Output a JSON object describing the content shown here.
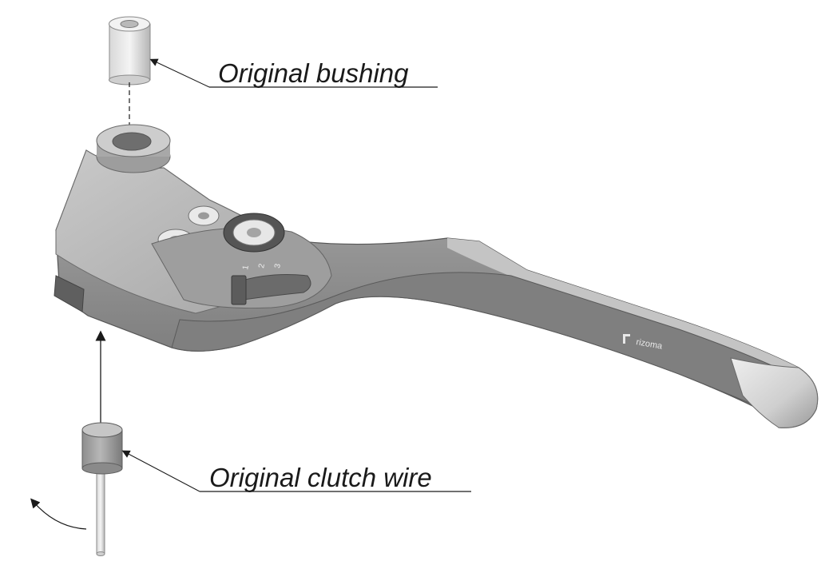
{
  "labels": {
    "bushing": "Original bushing",
    "clutch_wire": "Original clutch wire"
  },
  "lever": {
    "brand": "rizoma",
    "adjuster_positions": [
      "1",
      "2",
      "3"
    ]
  },
  "colors": {
    "background": "#ffffff",
    "lever_dark": "#8a8a8a",
    "lever_light": "#c8c8c8",
    "line": "#1a1a1a"
  }
}
